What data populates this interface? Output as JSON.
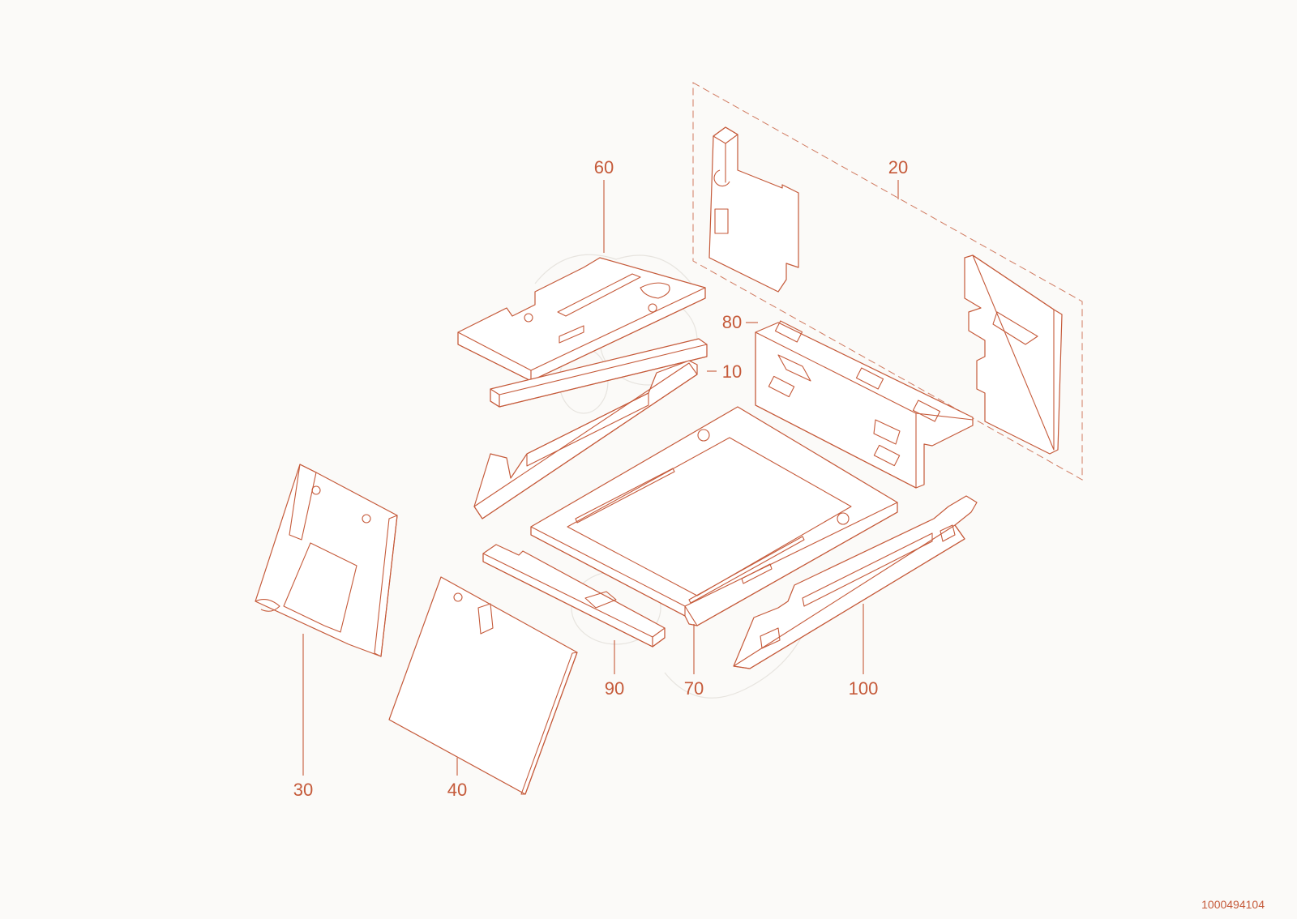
{
  "diagram": {
    "callouts": {
      "c10": "10",
      "c20": "20",
      "c30": "30",
      "c40": "40",
      "c60": "60",
      "c70": "70",
      "c80": "80",
      "c90": "90",
      "c100": "100"
    },
    "document_id": "1000494104",
    "colors": {
      "line": "#c55a3a",
      "background": "#fbfaf8",
      "watermark": "#e7e4df"
    }
  }
}
